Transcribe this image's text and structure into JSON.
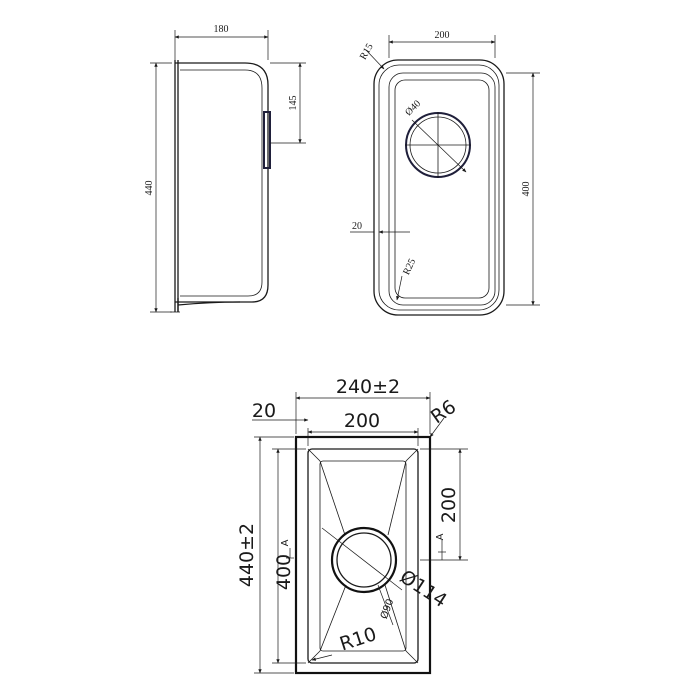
{
  "side_view": {
    "width": "180",
    "depth": "145",
    "height": "440"
  },
  "top_view": {
    "width": "200",
    "length": "400",
    "drain_diameter": "Ø40",
    "edge": "20",
    "corner_radius_outer": "R15",
    "corner_radius_inner": "R25"
  },
  "bottom_view": {
    "overall_width": "240±2",
    "bowl_width": "200",
    "rim": "20",
    "corner_radius": "R6",
    "overall_length": "440±2",
    "bowl_length": "400",
    "drain_offset": "200",
    "section_left": "A",
    "section_right": "A",
    "drain_diameter": "Ø114",
    "drain_inner": "Ø90",
    "inner_radius": "R10"
  }
}
